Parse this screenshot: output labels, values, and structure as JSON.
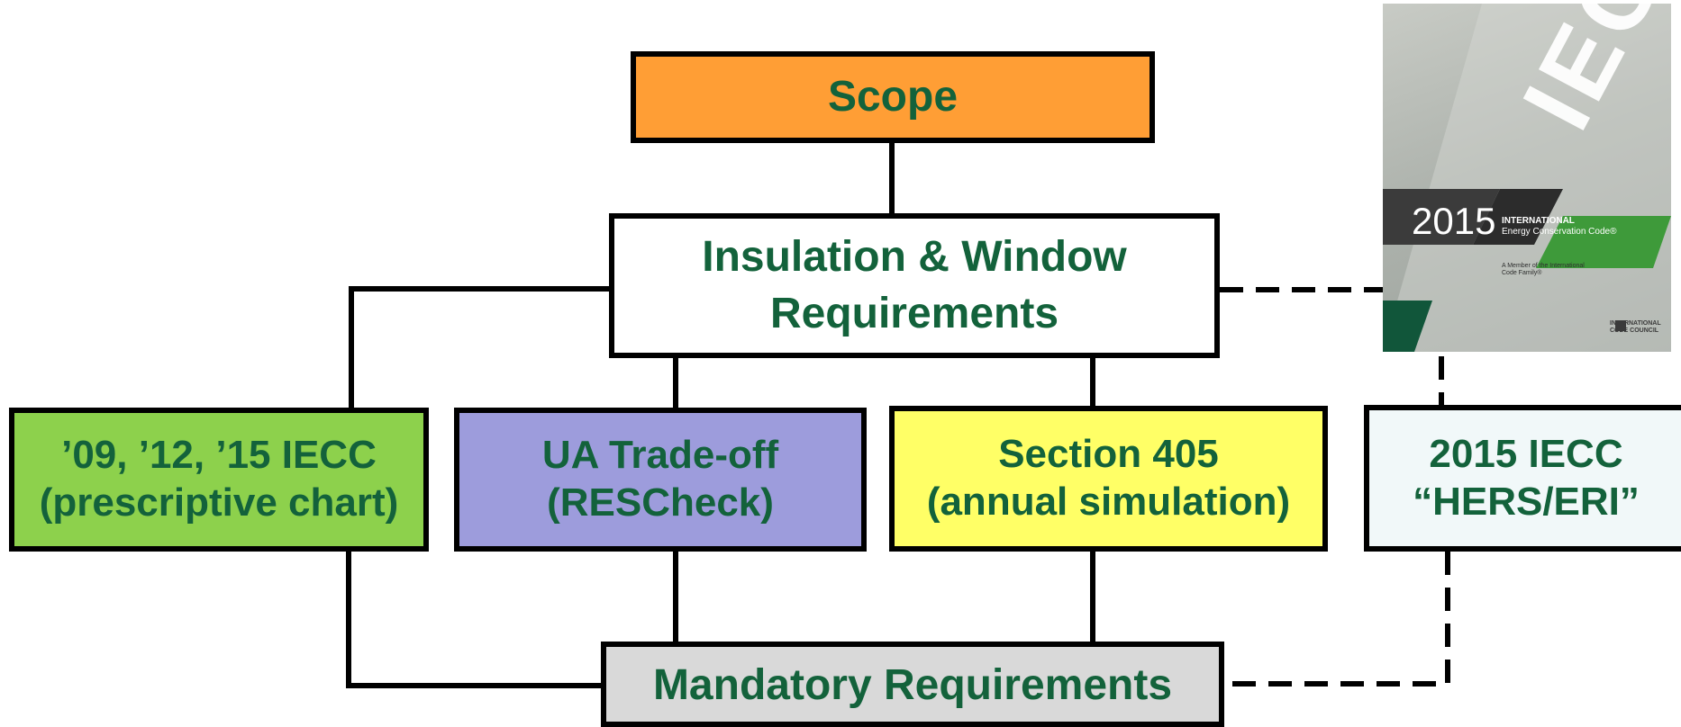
{
  "diagram": {
    "colors": {
      "text": "#13623b",
      "border": "#000000",
      "scope_fill": "#ff9e35",
      "insulation_fill": "#ffffff",
      "prescriptive_fill": "#8dd14c",
      "ua_fill": "#9d9cdc",
      "section405_fill": "#ffff66",
      "hers_fill": "#f1f8f9",
      "mandatory_fill": "#d9d9d9"
    },
    "nodes": {
      "scope": "Scope",
      "insulation": "Insulation & Window\nRequirements",
      "prescriptive": "’09, ’12, ’15 IECC\n(prescriptive chart)",
      "ua": "UA Trade-off\n(RESCheck)",
      "section405": "Section 405\n(annual simulation)",
      "hers": "2015 IECC\n“HERS/ERI”",
      "mandatory": "Mandatory Requirements"
    },
    "edges": [
      {
        "from": "scope",
        "to": "insulation",
        "style": "solid"
      },
      {
        "from": "insulation",
        "to": "prescriptive",
        "style": "solid"
      },
      {
        "from": "insulation",
        "to": "ua",
        "style": "solid"
      },
      {
        "from": "insulation",
        "to": "section405",
        "style": "solid"
      },
      {
        "from": "insulation",
        "to": "hers",
        "style": "dashed"
      },
      {
        "from": "prescriptive",
        "to": "mandatory",
        "style": "solid"
      },
      {
        "from": "ua",
        "to": "mandatory",
        "style": "solid"
      },
      {
        "from": "section405",
        "to": "mandatory",
        "style": "solid"
      },
      {
        "from": "hers",
        "to": "mandatory",
        "style": "dashed"
      }
    ]
  },
  "cover": {
    "year": "2015",
    "brand": "IECC",
    "title": "INTERNATIONAL",
    "subtitle": "Energy Conservation Code®",
    "member_note": "A Member of the International Code Family®",
    "publisher": "INTERNATIONAL CODE COUNCIL",
    "colors": {
      "green": "#3e9a3a",
      "dark_green": "#11563a",
      "band": "#3b3b3b"
    }
  }
}
